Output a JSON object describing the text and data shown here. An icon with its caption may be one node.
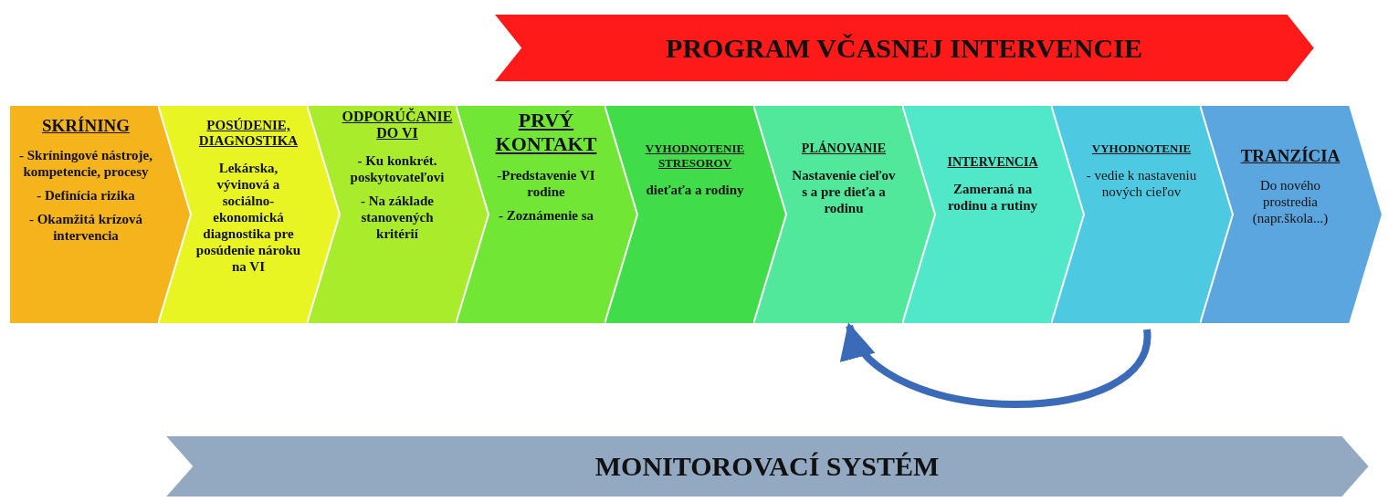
{
  "diagram": {
    "nodes": [
      {
        "text": [
          "PROGRAM VČASNEJ INTERVENCIE"
        ]
      },
      {
        "text": [
          "SKRÍNING",
          "- Skríningové nástroje, kompetencie, procesy",
          "- Definícia rizika",
          "- Okamžitá krízová intervencia"
        ]
      },
      {
        "text": [
          "POSÚDENIE, DIAGNOSTIKA",
          "Lekárska, vývinová a sociálno-ekonomická diagnostika pre posúdenie nároku na VI"
        ]
      },
      {
        "text": [
          "ODPORÚČANIE DO VI",
          "- Ku konkrét. poskytovateľovi",
          "- Na základe stanovených kritérií"
        ]
      },
      {
        "text": [
          "PRVÝ KONTAKT",
          "-Predstavenie VI rodine",
          "- Zoznámenie sa"
        ]
      },
      {
        "text": [
          "VYHODNOTENIE STRESOROV",
          "dieťaťa a rodiny"
        ]
      },
      {
        "text": [
          "PLÁNOVANIE",
          "Nastavenie cieľov s a pre dieťa a rodinu"
        ]
      },
      {
        "text": [
          "INTERVENCIA",
          "Zameraná na rodinu a rutiny"
        ]
      },
      {
        "text": [
          "VYHODNOTENIE",
          "- vedie k nastaveniu nových cieľov"
        ]
      },
      {
        "text": [
          "TRANZÍCIA",
          "Do nového prostredia (napr.škola...)"
        ]
      },
      {
        "text": [
          "MONITOROVACÍ SYSTÉM"
        ]
      }
    ],
    "edges": [
      {
        "from": 8,
        "to": 6,
        "arrow": "to"
      }
    ]
  }
}
